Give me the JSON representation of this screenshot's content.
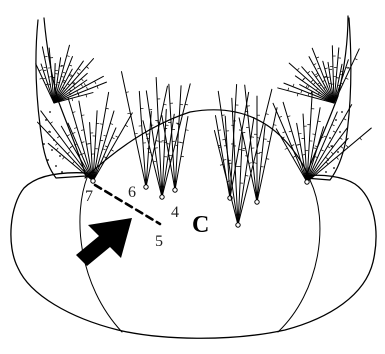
{
  "labels": {
    "setae": [
      "4",
      "5",
      "6",
      "7"
    ],
    "group": "C"
  }
}
